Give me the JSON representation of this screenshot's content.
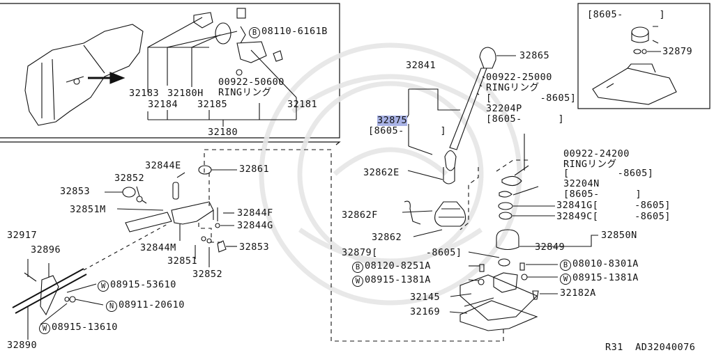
{
  "labels": {
    "p32183": "32183",
    "p32180H": "32180H",
    "p32184": "32184",
    "p32185": "32185",
    "p32181": "32181",
    "p32180": "32180",
    "bolt_prefix": "B",
    "bolt_08110": "08110-6161B",
    "ring_00922_50600": "00922-50600",
    "ring_text": "RINGリング",
    "p32841": "32841",
    "p32875": "32875",
    "date_8605_a": "[8605-      ]",
    "p32865": "32865",
    "ring_00922_25000": "00922-25000",
    "ring_text_2": "RINGリング",
    "bracket_8605_a": "[        -8605]",
    "p32204P": "32204P",
    "date_8605_b": "[8605-      ]",
    "ring_00922_24200": "00922-24200",
    "ring_text_3": "RINGリング",
    "bracket_8605_b": "[        -8605]",
    "p32204N": "32204N",
    "date_8605_c": "[8605-      ]",
    "p32841G": "32841G[      -8605]",
    "p32849C": "32849C[      -8605]",
    "p32850N": "32850N",
    "p32849": "32849",
    "p32862E": "32862E",
    "p32862F": "32862F",
    "p32862": "32862",
    "p32879_bracket": "32879[        -8605]",
    "bolt_08120": "08120-8251A",
    "bolt_08010": "08010-8301A",
    "washer_prefix": "W",
    "washer_08915_1381A": "08915-1381A",
    "p32145": "32145",
    "p32169": "32169",
    "p32182A": "32182A",
    "inset_date": "[8605-      ]",
    "p32879": "32879",
    "p32844E": "32844E",
    "p32861": "32861",
    "p32853": "32853",
    "p32852": "32852",
    "p32851M": "32851M",
    "p32844F": "32844F",
    "p32844G": "32844G",
    "p32844M": "32844M",
    "p32851": "32851",
    "p32917": "32917",
    "p32896": "32896",
    "washer_08915_53610": "08915-53610",
    "nut_prefix": "N",
    "nut_08911_20610": "08911-20610",
    "washer_08915_13610": "08915-13610",
    "p32890": "32890",
    "footer_ref": "R31  AD32040076"
  },
  "highlight_color": "#a9b3e6"
}
